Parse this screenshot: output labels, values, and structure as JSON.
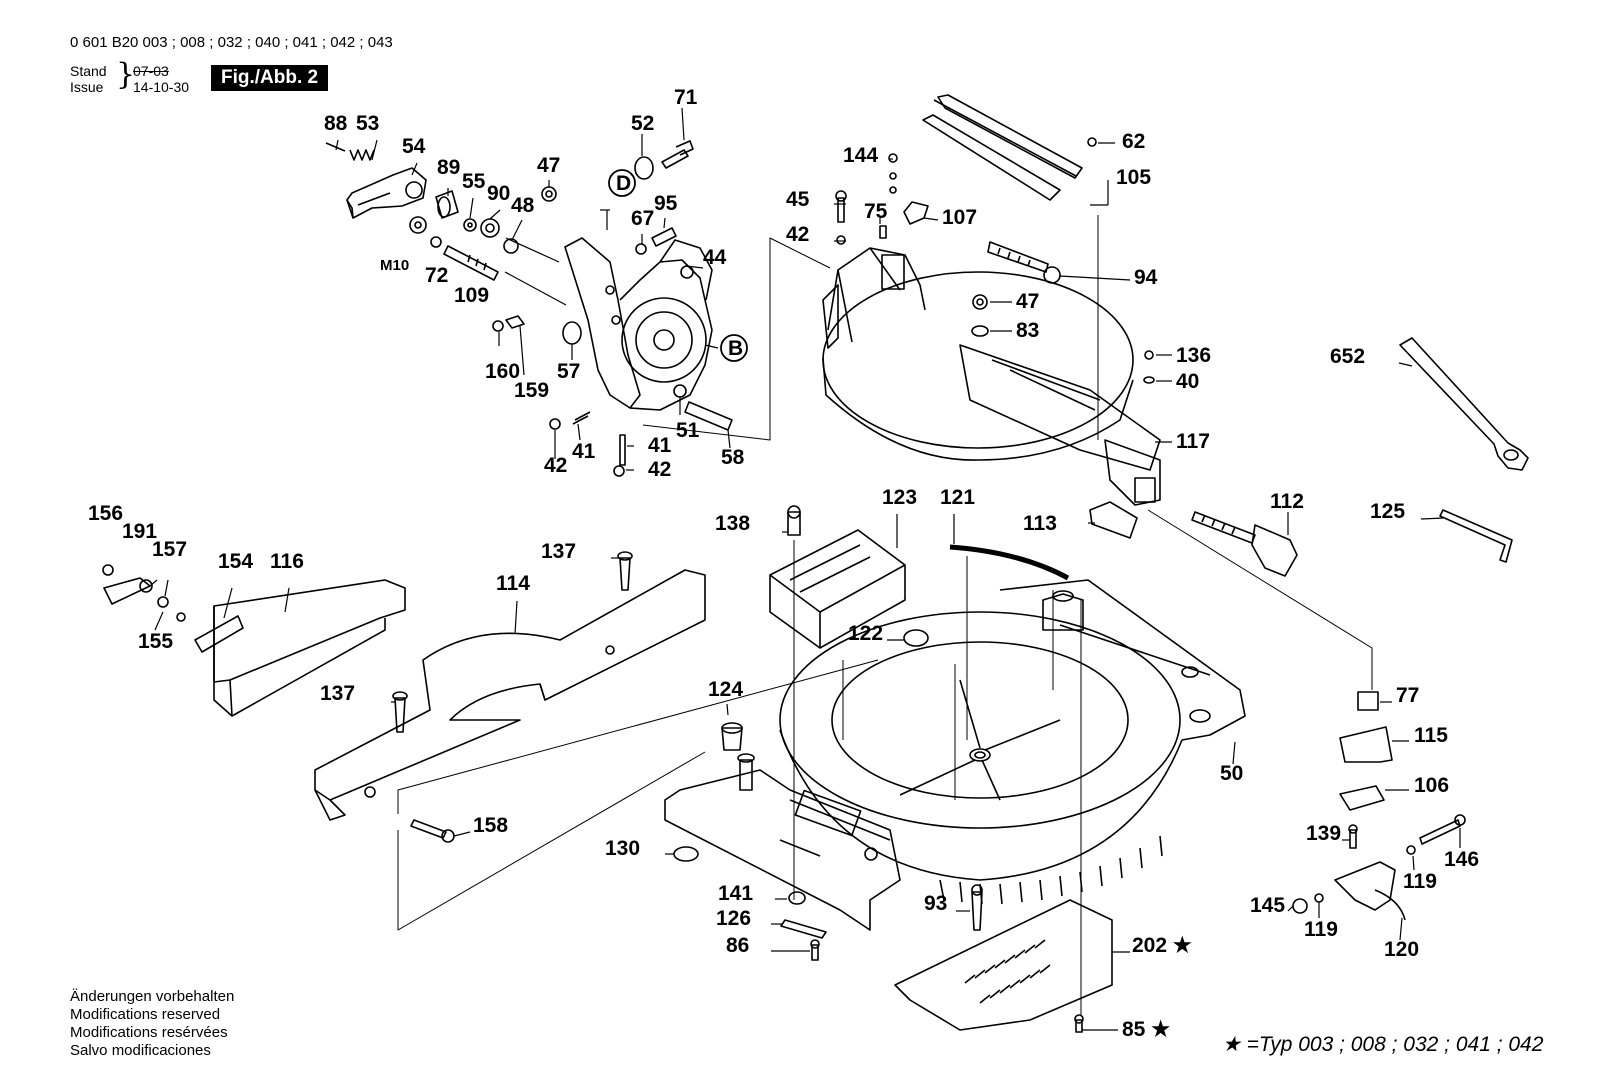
{
  "header": {
    "part_numbers": "0 601 B20 003 ; 008 ; 032 ; 040 ; 041 ; 042 ; 043",
    "stand_label": "Stand",
    "issue_label": "Issue",
    "stand_value": "07-03",
    "issue_value": "14-10-30",
    "figure_label": "Fig./Abb. 2"
  },
  "footer": {
    "lines": [
      "Änderungen vorbehalten",
      "Modifications reserved",
      "Modifications resérvées",
      "Salvo modificaciones"
    ],
    "type_note": "★ =Typ 003 ; 008 ; 032 ; 041 ; 042"
  },
  "callouts": [
    {
      "id": "c88",
      "text": "88"
    },
    {
      "id": "c53",
      "text": "53"
    },
    {
      "id": "c54",
      "text": "54"
    },
    {
      "id": "c89",
      "text": "89"
    },
    {
      "id": "c55",
      "text": "55"
    },
    {
      "id": "c90",
      "text": "90"
    },
    {
      "id": "c48",
      "text": "48"
    },
    {
      "id": "c47a",
      "text": "47"
    },
    {
      "id": "c52",
      "text": "52"
    },
    {
      "id": "c71",
      "text": "71"
    },
    {
      "id": "c67",
      "text": "67"
    },
    {
      "id": "c95",
      "text": "95"
    },
    {
      "id": "c44",
      "text": "44"
    },
    {
      "id": "cM10",
      "text": "M10"
    },
    {
      "id": "c72",
      "text": "72"
    },
    {
      "id": "c109",
      "text": "109"
    },
    {
      "id": "c160",
      "text": "160"
    },
    {
      "id": "c159",
      "text": "159"
    },
    {
      "id": "c57",
      "text": "57"
    },
    {
      "id": "c51",
      "text": "51"
    },
    {
      "id": "c58",
      "text": "58"
    },
    {
      "id": "c41a",
      "text": "41"
    },
    {
      "id": "c41b",
      "text": "41"
    },
    {
      "id": "c42a",
      "text": "42"
    },
    {
      "id": "c42b",
      "text": "42"
    },
    {
      "id": "c42c",
      "text": "42"
    },
    {
      "id": "c45",
      "text": "45"
    },
    {
      "id": "c75",
      "text": "75"
    },
    {
      "id": "c144",
      "text": "144"
    },
    {
      "id": "c107",
      "text": "107"
    },
    {
      "id": "c62",
      "text": "62"
    },
    {
      "id": "c105",
      "text": "105"
    },
    {
      "id": "c94",
      "text": "94"
    },
    {
      "id": "c47b",
      "text": "47"
    },
    {
      "id": "c83",
      "text": "83"
    },
    {
      "id": "c136",
      "text": "136"
    },
    {
      "id": "c40",
      "text": "40"
    },
    {
      "id": "c117",
      "text": "117"
    },
    {
      "id": "c652",
      "text": "652"
    },
    {
      "id": "c112",
      "text": "112"
    },
    {
      "id": "c113",
      "text": "113"
    },
    {
      "id": "c125",
      "text": "125"
    },
    {
      "id": "c156",
      "text": "156"
    },
    {
      "id": "c191",
      "text": "191"
    },
    {
      "id": "c157",
      "text": "157"
    },
    {
      "id": "c154",
      "text": "154"
    },
    {
      "id": "c116",
      "text": "116"
    },
    {
      "id": "c155",
      "text": "155"
    },
    {
      "id": "c137a",
      "text": "137"
    },
    {
      "id": "c114",
      "text": "114"
    },
    {
      "id": "c137b",
      "text": "137"
    },
    {
      "id": "c158",
      "text": "158"
    },
    {
      "id": "c138",
      "text": "138"
    },
    {
      "id": "c123",
      "text": "123"
    },
    {
      "id": "c121",
      "text": "121"
    },
    {
      "id": "c122",
      "text": "122"
    },
    {
      "id": "c124",
      "text": "124"
    },
    {
      "id": "c130",
      "text": "130"
    },
    {
      "id": "c141",
      "text": "141"
    },
    {
      "id": "c126",
      "text": "126"
    },
    {
      "id": "c86",
      "text": "86"
    },
    {
      "id": "c93",
      "text": "93"
    },
    {
      "id": "c202",
      "text": "202 ★"
    },
    {
      "id": "c85",
      "text": "85 ★"
    },
    {
      "id": "c50",
      "text": "50"
    },
    {
      "id": "c77",
      "text": "77"
    },
    {
      "id": "c115",
      "text": "115"
    },
    {
      "id": "c106",
      "text": "106"
    },
    {
      "id": "c139",
      "text": "139"
    },
    {
      "id": "c146",
      "text": "146"
    },
    {
      "id": "c119a",
      "text": "119"
    },
    {
      "id": "c119b",
      "text": "119"
    },
    {
      "id": "c145",
      "text": "145"
    },
    {
      "id": "c120",
      "text": "120"
    }
  ],
  "circle_markers": [
    {
      "id": "mD",
      "text": "D"
    },
    {
      "id": "mB",
      "text": "B"
    }
  ]
}
